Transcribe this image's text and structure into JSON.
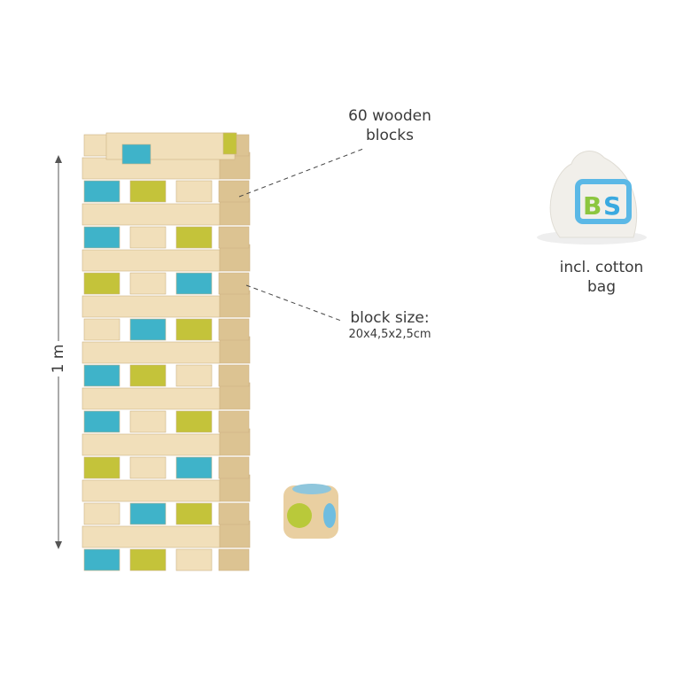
{
  "labels": {
    "height": "1 m",
    "blocks_count_line1": "60 wooden",
    "blocks_count_line2": "blocks",
    "block_size_title": "block size:",
    "block_size_value": "20x4,5x2,5cm",
    "bag_line1": "incl. cotton",
    "bag_line2": "bag"
  },
  "bag_logo": "BS",
  "colors": {
    "blue": "#3fb3c9",
    "green": "#c4c33a",
    "wood": "#f1dfba",
    "wood_dark": "#dcc392"
  }
}
